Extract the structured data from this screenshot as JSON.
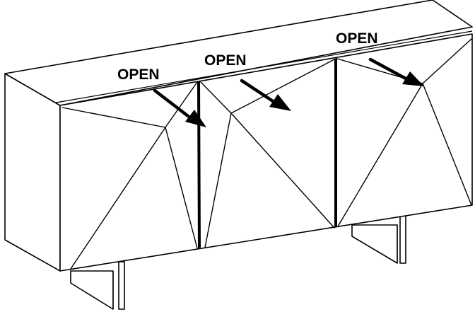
{
  "diagram": {
    "labels": [
      {
        "text": "OPEN"
      },
      {
        "text": "OPEN"
      },
      {
        "text": "OPEN"
      }
    ],
    "colors": {
      "line": "#000000",
      "background": "#ffffff"
    },
    "icons": [
      "open-direction-arrow-icon"
    ]
  }
}
